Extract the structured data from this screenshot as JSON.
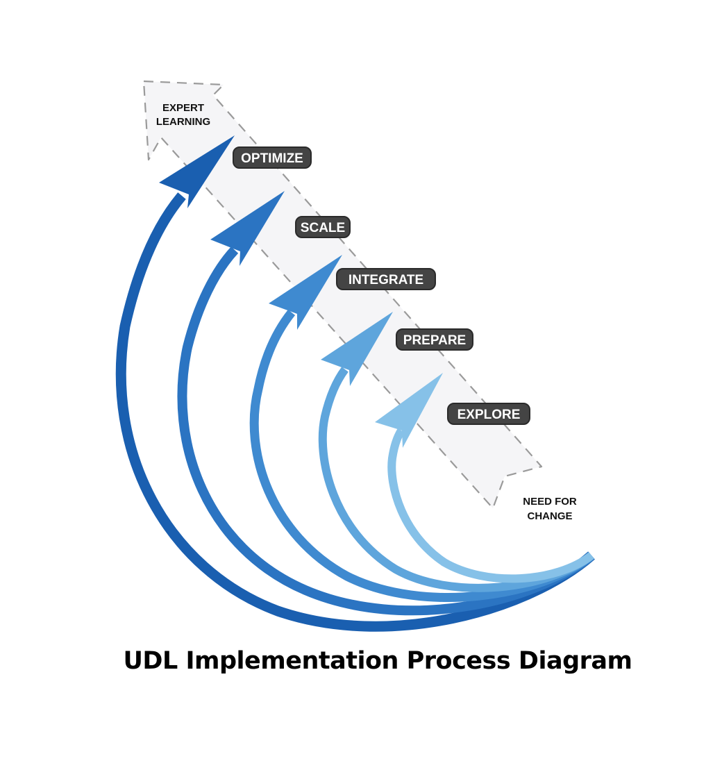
{
  "title": "UDL Implementation Process Diagram",
  "endpoints": {
    "top": [
      "EXPERT",
      "LEARNING"
    ],
    "bottom": [
      "NEED FOR",
      "CHANGE"
    ]
  },
  "stages": [
    {
      "label": "OPTIMIZE",
      "color": "#1a5fb0"
    },
    {
      "label": "SCALE",
      "color": "#2b74c2"
    },
    {
      "label": "INTEGRATE",
      "color": "#3f8ad0"
    },
    {
      "label": "PREPARE",
      "color": "#5ea5dc"
    },
    {
      "label": "EXPLORE",
      "color": "#86c1e8"
    }
  ],
  "colors": {
    "label_background": "#444444",
    "label_border": "#2a2a2a",
    "band_fill": "#f4f4f6",
    "band_stroke": "#9a9a9a"
  }
}
